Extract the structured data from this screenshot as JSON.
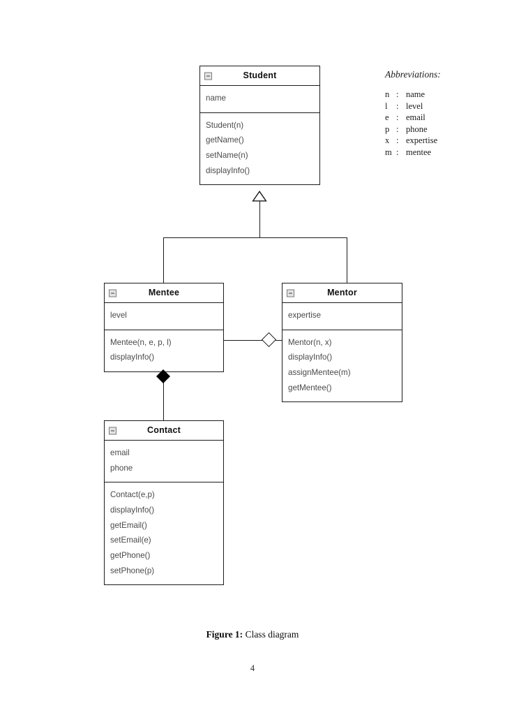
{
  "document": {
    "page_number": "4",
    "caption_label": "Figure 1:",
    "caption_text": " Class diagram"
  },
  "diagram": {
    "type": "uml-class-diagram",
    "collapse_icon": "minus-collapse-icon",
    "classes": [
      {
        "id": "student",
        "name": "Student",
        "attributes": [
          "name"
        ],
        "methods": [
          "Student(n)",
          "getName()",
          "setName(n)",
          "displayInfo()"
        ]
      },
      {
        "id": "mentee",
        "name": "Mentee",
        "attributes": [
          "level"
        ],
        "methods": [
          "Mentee(n, e, p, l)",
          "displayInfo()"
        ]
      },
      {
        "id": "mentor",
        "name": "Mentor",
        "attributes": [
          "expertise"
        ],
        "methods": [
          "Mentor(n, x)",
          "displayInfo()",
          "assignMentee(m)",
          "getMentee()"
        ]
      },
      {
        "id": "contact",
        "name": "Contact",
        "attributes": [
          "email",
          "phone"
        ],
        "methods": [
          "Contact(e,p)",
          "displayInfo()",
          "getEmail()",
          "setEmail(e)",
          "getPhone()",
          "setPhone(p)"
        ]
      }
    ],
    "relationships": [
      {
        "id": "rel-generalization-mentee-student",
        "kind": "generalization",
        "from": "Mentee",
        "to": "Student",
        "marker": "hollow-triangle"
      },
      {
        "id": "rel-generalization-mentor-student",
        "kind": "generalization",
        "from": "Mentor",
        "to": "Student",
        "marker": "hollow-triangle"
      },
      {
        "id": "rel-aggregation-mentor-mentee",
        "kind": "aggregation",
        "from": "Mentor",
        "to": "Mentee",
        "marker": "hollow-diamond"
      },
      {
        "id": "rel-composition-mentee-contact",
        "kind": "composition",
        "from": "Mentee",
        "to": "Contact",
        "marker": "filled-diamond"
      }
    ]
  },
  "abbreviations": {
    "title": "Abbreviations:",
    "items": [
      {
        "key": "n",
        "sep": ":",
        "value": "name"
      },
      {
        "key": "l",
        "sep": ":",
        "value": "level"
      },
      {
        "key": "e",
        "sep": ":",
        "value": "email"
      },
      {
        "key": "p",
        "sep": ":",
        "value": "phone"
      },
      {
        "key": "x",
        "sep": ":",
        "value": "expertise"
      },
      {
        "key": "m",
        "sep": ":",
        "value": "mentee"
      }
    ]
  },
  "colors": {
    "line": "#1b1b1b",
    "title_text": "#101010",
    "body_text": "#4a4a4a",
    "paper": "#ffffff",
    "icon_fill": "#e4e4e4"
  }
}
